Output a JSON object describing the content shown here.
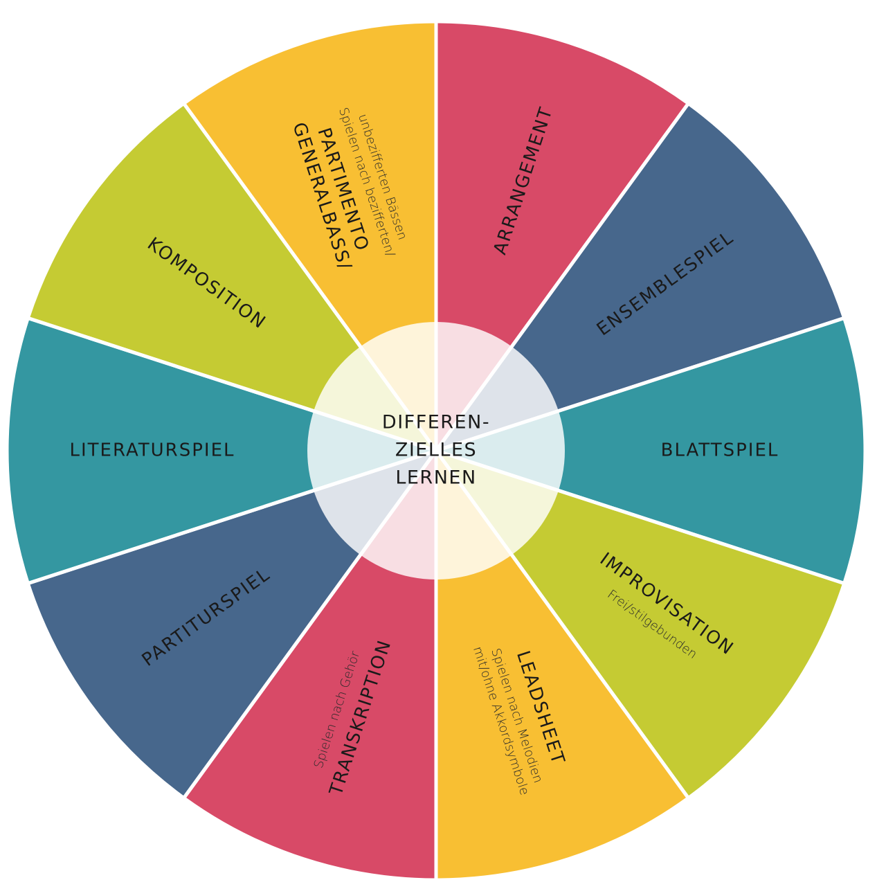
{
  "center": {
    "lines": [
      "DIFFEREN-",
      "ZIELLES",
      "LERNEN"
    ]
  },
  "colors": {
    "red": "#D84A67",
    "blue": "#47678C",
    "teal": "#3497A1",
    "green": "#C5CB33",
    "yellow": "#F8BF33",
    "separator": "#FFFFFF"
  },
  "segments": [
    {
      "id": "arrangement",
      "color": "red",
      "title": [
        "ARRANGEMENT"
      ],
      "sub": []
    },
    {
      "id": "ensemblespiel",
      "color": "blue",
      "title": [
        "ENSEMBLESPIEL"
      ],
      "sub": []
    },
    {
      "id": "blattspiel",
      "color": "teal",
      "title": [
        "BLATTSPIEL"
      ],
      "sub": []
    },
    {
      "id": "improvisation",
      "color": "green",
      "title": [
        "IMPROVISATION"
      ],
      "sub": [
        "Frei/stilgebunden"
      ]
    },
    {
      "id": "leadsheet",
      "color": "yellow",
      "title": [
        "LEADSHEET"
      ],
      "sub": [
        "Spielen nach Melodien",
        "mit/ohne Akkordsymbole"
      ]
    },
    {
      "id": "transkription",
      "color": "red",
      "title": [
        "TRANSKRIPTION"
      ],
      "sub": [
        "Spielen nach Gehör"
      ]
    },
    {
      "id": "partiturspiel",
      "color": "blue",
      "title": [
        "PARTITURSPIEL"
      ],
      "sub": []
    },
    {
      "id": "literaturspiel",
      "color": "teal",
      "title": [
        "LITERATURSPIEL"
      ],
      "sub": []
    },
    {
      "id": "komposition",
      "color": "green",
      "title": [
        "KOMPOSITION"
      ],
      "sub": []
    },
    {
      "id": "generalbass",
      "color": "yellow",
      "title": [
        "GENERALBASS/",
        "PARTIMENTO"
      ],
      "sub": [
        "Spielen nach bezifferten/",
        "unbezifferten Bässen"
      ]
    }
  ]
}
